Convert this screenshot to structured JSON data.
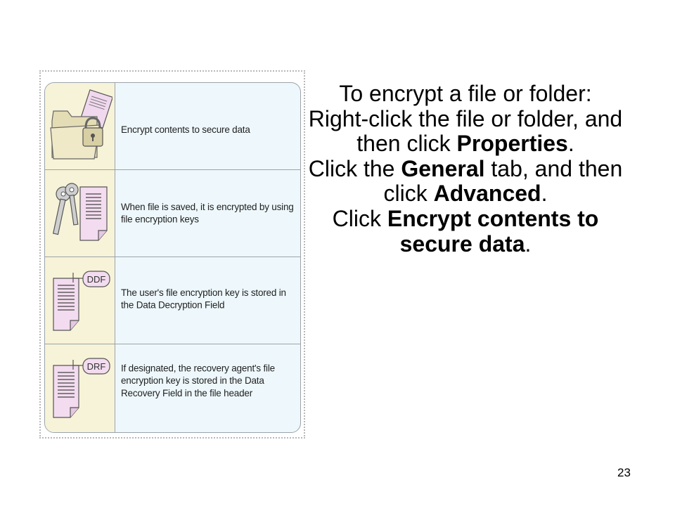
{
  "figure": {
    "rows": [
      {
        "text": "Encrypt contents to secure data",
        "icon": "folder-lock-icon"
      },
      {
        "text": "When file is saved, it is encrypted by using file encryption keys",
        "icon": "keys-document-icon"
      },
      {
        "text": "The user's file encryption key is stored in the Data Decryption Field",
        "icon": "document-ddf-icon",
        "tag": "DDF"
      },
      {
        "text": "If designated, the recovery agent's file encryption key is stored in the Data Recovery Field in the file header",
        "icon": "document-drf-icon",
        "tag": "DRF"
      }
    ]
  },
  "instructions": {
    "heading": "To encrypt a file or folder:",
    "step1_pre": "Right-click the file or folder, and then click ",
    "step1_bold": "Properties",
    "step1_post": ".",
    "step2_pre": "Click the ",
    "step2_bold1": "General",
    "step2_mid": " tab, and then click ",
    "step2_bold2": "Advanced",
    "step2_post": ".",
    "step3_pre": "Click ",
    "step3_bold": "Encrypt contents to secure data",
    "step3_post": "."
  },
  "page_number": "23",
  "colors": {
    "icon_column": "#f7f3d8",
    "text_column": "#eef8fc",
    "document": "#f3dcef",
    "folder": "#efe9c8"
  }
}
